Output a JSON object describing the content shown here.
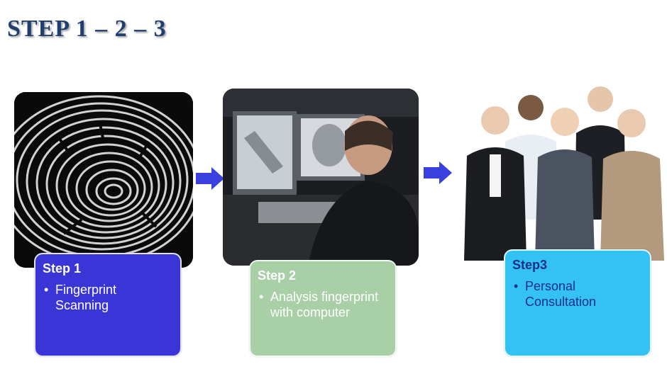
{
  "title": "STEP 1 – 2 – 3",
  "steps": [
    {
      "heading": "Step  1",
      "bullets": [
        "Fingerprint Scanning"
      ],
      "image": "fingerprint-photo",
      "color": "#3a35d6"
    },
    {
      "heading": "Step 2",
      "bullets": [
        "Analysis fingerprint with computer"
      ],
      "image": "computer-analysis-photo",
      "color": "#a9cfa7"
    },
    {
      "heading": "Step3",
      "bullets": [
        "Personal Consultation"
      ],
      "image": "consultation-team-photo",
      "color": "#33c2f2"
    }
  ],
  "arrows": {
    "icon": "right-arrow-icon",
    "color": "#3a3fe0"
  }
}
